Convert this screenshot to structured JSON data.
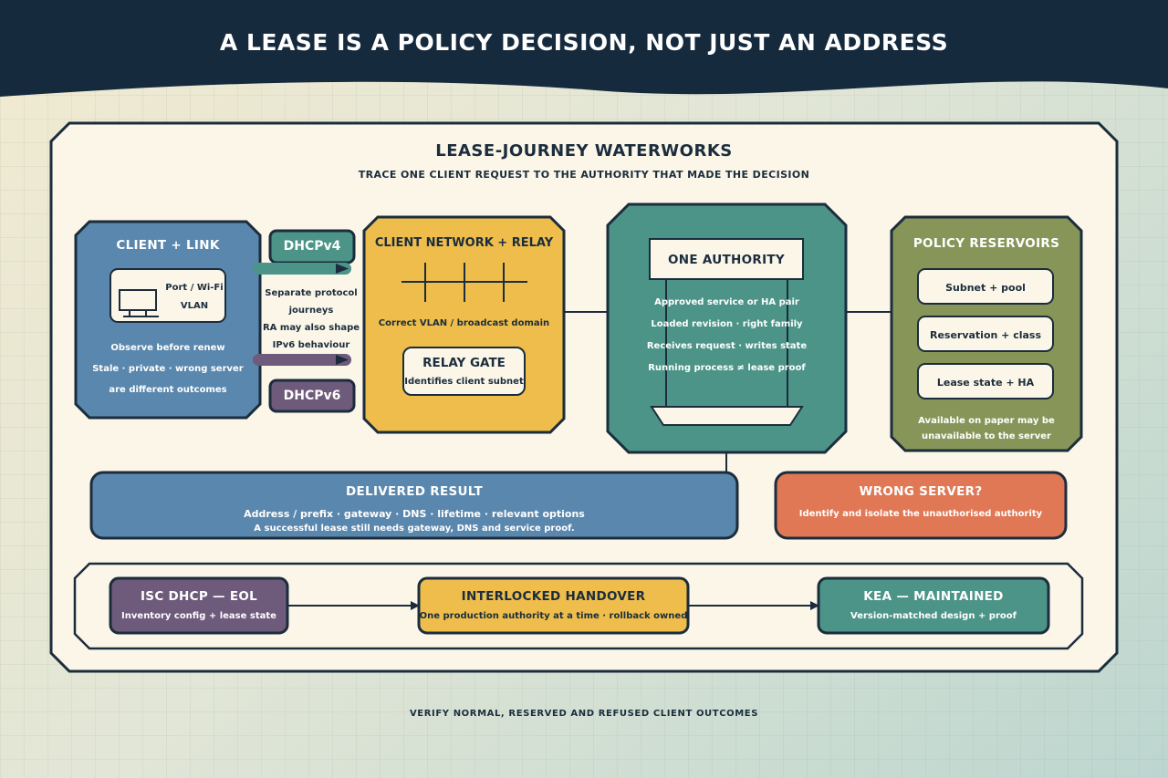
{
  "banner": {
    "title": "A LEASE IS A POLICY DECISION, NOT JUST AN ADDRESS"
  },
  "panel": {
    "title": "LEASE-JOURNEY WATERWORKS",
    "subtitle": "TRACE ONE CLIENT REQUEST TO THE AUTHORITY THAT MADE THE DECISION"
  },
  "client": {
    "title": "CLIENT + LINK",
    "port_line1": "Port / Wi-Fi",
    "port_line2": "VLAN",
    "notes": [
      "Observe before renew",
      "Stale · private · wrong server",
      "are different outcomes"
    ]
  },
  "protocols": {
    "v4": "DHCPv4",
    "v6": "DHCPv6",
    "notes": [
      "Separate protocol",
      "journeys",
      "RA may also shape",
      "IPv6 behaviour"
    ]
  },
  "relay": {
    "title": "CLIENT NETWORK + RELAY",
    "domain_note": "Correct VLAN / broadcast domain",
    "gate_title": "RELAY GATE",
    "gate_note": "Identifies client subnet"
  },
  "authority": {
    "title": "ONE AUTHORITY",
    "lines": [
      "Approved service or HA pair",
      "Loaded revision · right family",
      "Receives request · writes state",
      "Running process ≠ lease proof"
    ]
  },
  "reservoirs": {
    "title": "POLICY RESERVOIRS",
    "items": [
      "Subnet + pool",
      "Reservation + class",
      "Lease state + HA"
    ],
    "notes": [
      "Available on paper may be",
      "unavailable to the server"
    ]
  },
  "result": {
    "title": "DELIVERED RESULT",
    "line1": "Address / prefix · gateway · DNS · lifetime · relevant options",
    "line2": "A successful lease still needs gateway, DNS and service proof."
  },
  "wrong_server": {
    "title": "WRONG SERVER?",
    "note": "Identify and isolate the unauthorised authority"
  },
  "migration": {
    "steps": [
      {
        "title": "ISC DHCP — EOL",
        "note": "Inventory config + lease state"
      },
      {
        "title": "INTERLOCKED HANDOVER",
        "note": "One production authority at a time · rollback owned"
      },
      {
        "title": "KEA — MAINTAINED",
        "note": "Version-matched design + proof"
      }
    ]
  },
  "footer": {
    "text": "VERIFY NORMAL, RESERVED AND REFUSED CLIENT OUTCOMES"
  },
  "colors": {
    "navy": "#162a3e",
    "cream": "#fbf6e8",
    "blue": "#5a87ad",
    "gold": "#eebd4b",
    "teal": "#4b9487",
    "olive": "#889558",
    "purple": "#6e5a7b",
    "orange": "#e07855"
  }
}
